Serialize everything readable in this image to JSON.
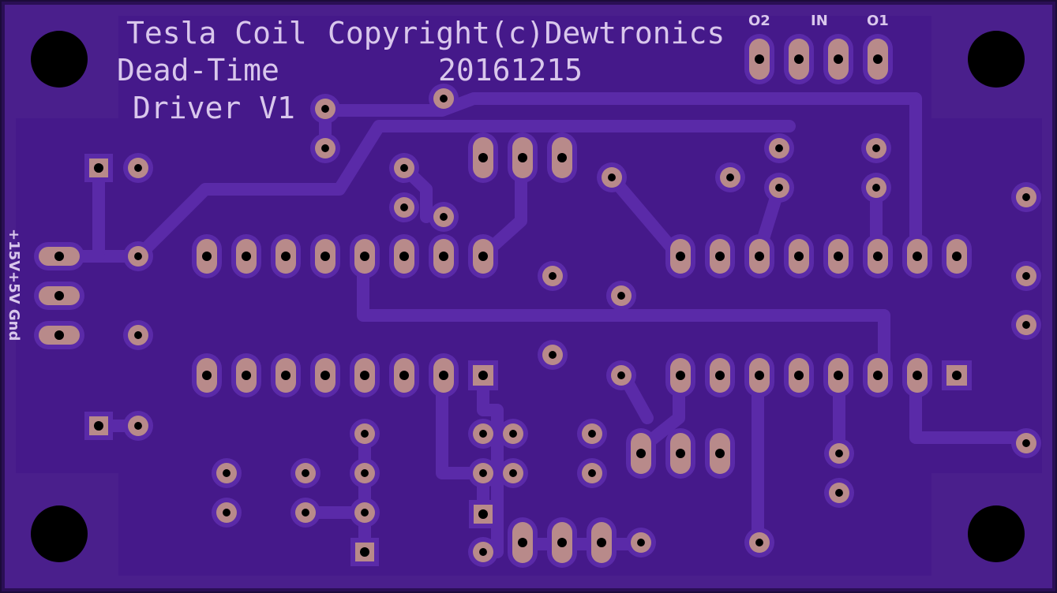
{
  "board": {
    "title_line1": "Tesla Coil",
    "title_line2": "Dead-Time",
    "title_line3": "Driver V1",
    "copyright": "Copyright(c)Dewtronics",
    "date": "20161215",
    "power_label": "+15V+5V Gnd",
    "pin_labels": [
      "O2",
      "IN",
      "O1"
    ]
  },
  "colors": {
    "board": "#4a1f8c",
    "board_dark": "#3a1670",
    "trace": "#5a2aa8",
    "copper": "#b88a8a",
    "silkscreen": "#d9c7ec"
  }
}
